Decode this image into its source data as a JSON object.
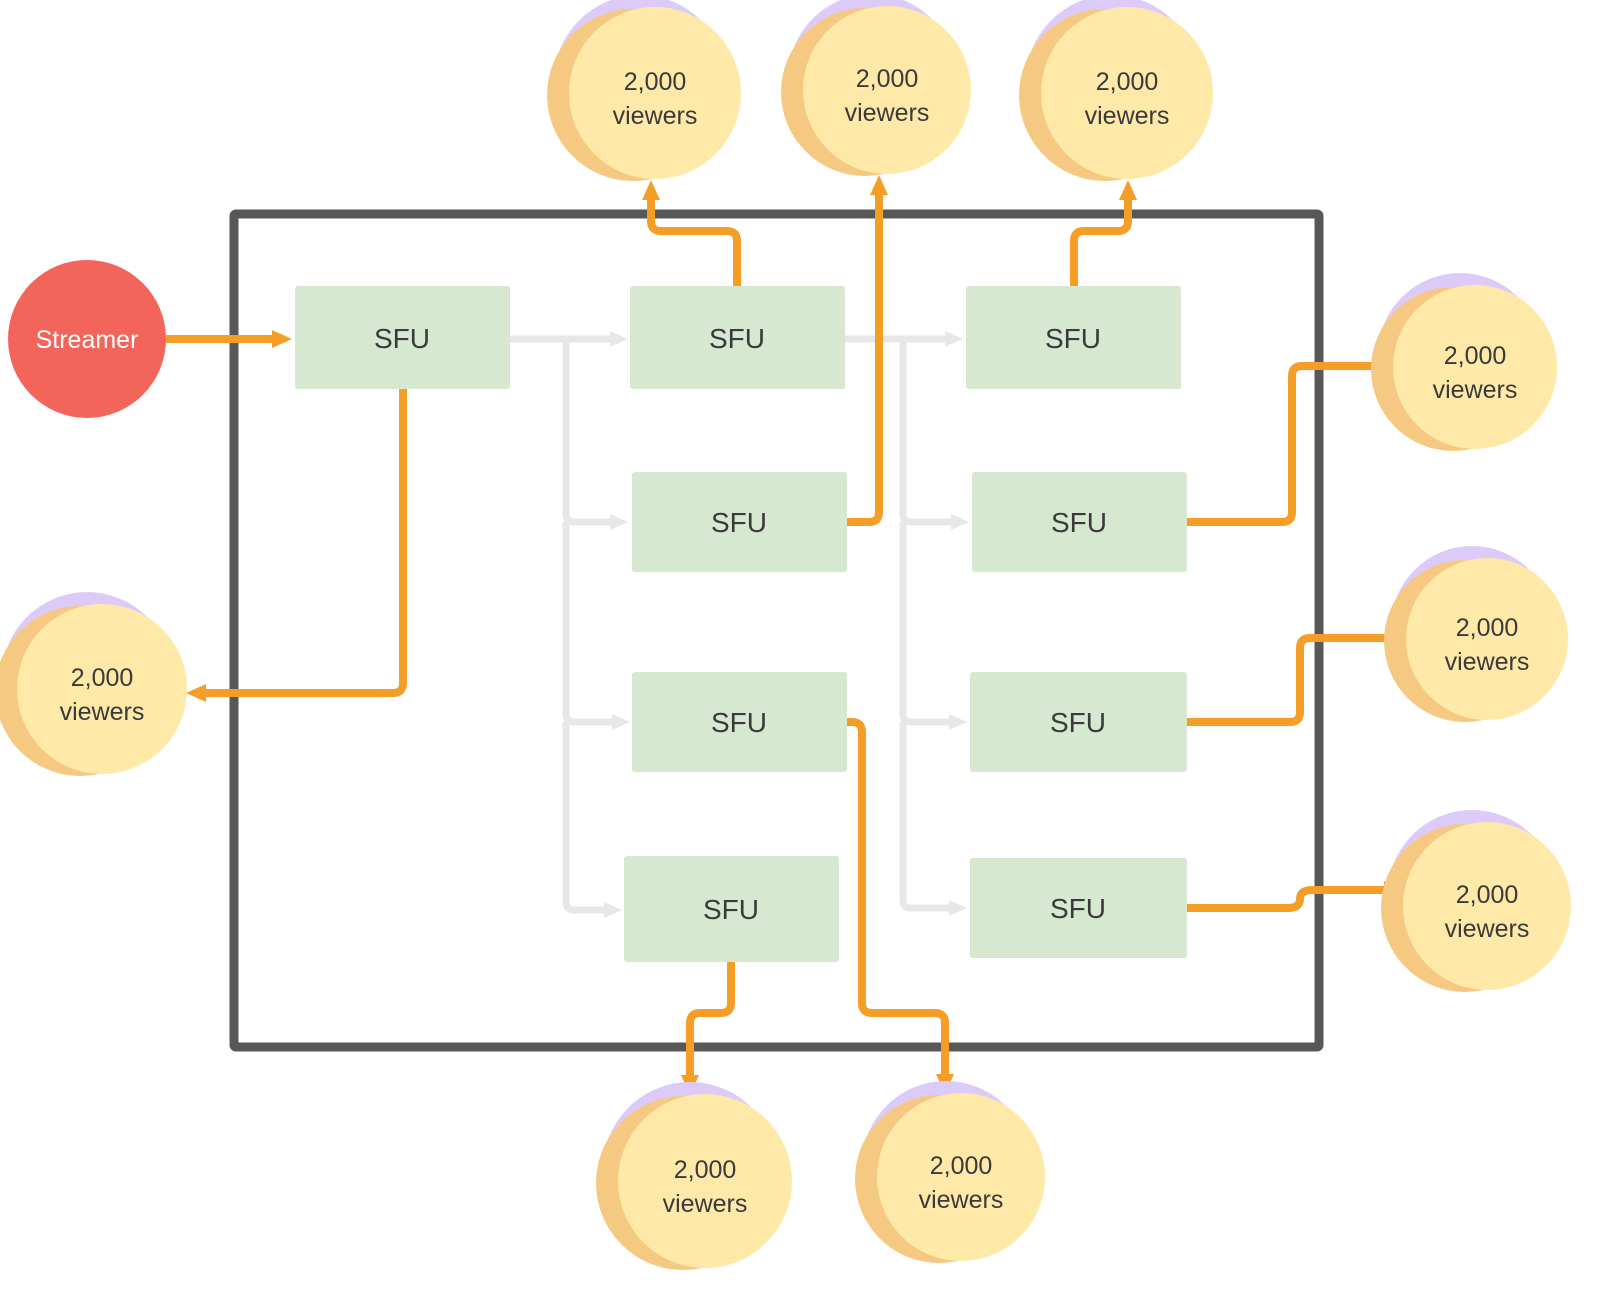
{
  "diagram": {
    "nodes": {
      "streamer": {
        "id": "streamer",
        "label": "Streamer"
      },
      "sfus": [
        {
          "id": "sfu-1",
          "label": "SFU"
        },
        {
          "id": "sfu-2",
          "label": "SFU"
        },
        {
          "id": "sfu-3",
          "label": "SFU"
        },
        {
          "id": "sfu-4",
          "label": "SFU"
        },
        {
          "id": "sfu-5",
          "label": "SFU"
        },
        {
          "id": "sfu-6",
          "label": "SFU"
        },
        {
          "id": "sfu-7",
          "label": "SFU"
        },
        {
          "id": "sfu-8",
          "label": "SFU"
        },
        {
          "id": "sfu-9",
          "label": "SFU"
        }
      ],
      "viewers": [
        {
          "id": "viewers-top-1",
          "line1": "2,000",
          "line2": "viewers"
        },
        {
          "id": "viewers-top-2",
          "line1": "2,000",
          "line2": "viewers"
        },
        {
          "id": "viewers-top-3",
          "line1": "2,000",
          "line2": "viewers"
        },
        {
          "id": "viewers-left",
          "line1": "2,000",
          "line2": "viewers"
        },
        {
          "id": "viewers-right-1",
          "line1": "2,000",
          "line2": "viewers"
        },
        {
          "id": "viewers-right-2",
          "line1": "2,000",
          "line2": "viewers"
        },
        {
          "id": "viewers-right-3",
          "line1": "2,000",
          "line2": "viewers"
        },
        {
          "id": "viewers-bottom-1",
          "line1": "2,000",
          "line2": "viewers"
        },
        {
          "id": "viewers-bottom-2",
          "line1": "2,000",
          "line2": "viewers"
        }
      ]
    },
    "edges": [
      {
        "from": "streamer",
        "to": "sfu-1",
        "style": "orange"
      },
      {
        "from": "sfu-1",
        "to": "viewers-left",
        "style": "orange"
      },
      {
        "from": "sfu-1",
        "to": "sfu-2",
        "style": "white"
      },
      {
        "from": "sfu-1",
        "to": "sfu-3",
        "style": "white"
      },
      {
        "from": "sfu-1",
        "to": "sfu-4",
        "style": "white"
      },
      {
        "from": "sfu-1",
        "to": "sfu-5",
        "style": "white"
      },
      {
        "from": "sfu-2",
        "to": "viewers-top-1",
        "style": "orange"
      },
      {
        "from": "sfu-2",
        "to": "sfu-6",
        "style": "white"
      },
      {
        "from": "sfu-2",
        "to": "sfu-7",
        "style": "white"
      },
      {
        "from": "sfu-2",
        "to": "sfu-8",
        "style": "white"
      },
      {
        "from": "sfu-2",
        "to": "sfu-9",
        "style": "white"
      },
      {
        "from": "sfu-3",
        "to": "viewers-top-2",
        "style": "orange"
      },
      {
        "from": "sfu-4",
        "to": "viewers-bottom-2",
        "style": "orange"
      },
      {
        "from": "sfu-5",
        "to": "viewers-bottom-1",
        "style": "orange"
      },
      {
        "from": "sfu-6",
        "to": "viewers-top-3",
        "style": "orange"
      },
      {
        "from": "sfu-7",
        "to": "viewers-right-1",
        "style": "orange"
      },
      {
        "from": "sfu-8",
        "to": "viewers-right-2",
        "style": "orange"
      },
      {
        "from": "sfu-9",
        "to": "viewers-right-3",
        "style": "orange"
      }
    ],
    "colors": {
      "background": "#FFFFFF",
      "streamer_fill": "#F3655B",
      "streamer_text": "#FFFFFF",
      "sfu_fill": "#D7E8D1",
      "node_text": "#3A3A3A",
      "viewer_fill": "#FFE9A8",
      "viewer_shadow_purple": "#DCCBF8",
      "viewer_shadow_orange": "#F6C983",
      "edge_orange": "#F59E27",
      "edge_white": "#E7E7E7",
      "frame_stroke": "#575757"
    }
  }
}
